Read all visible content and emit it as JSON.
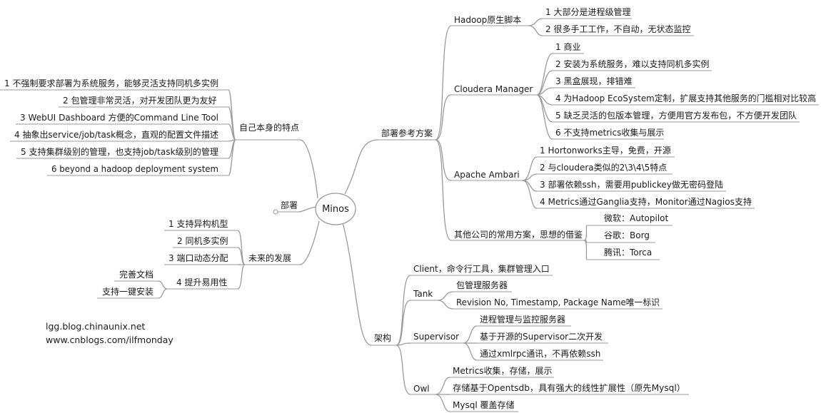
{
  "root": {
    "label": "Minos"
  },
  "deploy_refs": {
    "label": "部署参考方案",
    "groups": [
      {
        "label": "Hadoop原生脚本",
        "items": [
          "1 大部分是进程级管理",
          "2 很多手工工作，不自动，无状态监控"
        ]
      },
      {
        "label": "Cloudera Manager",
        "items": [
          "1 商业",
          "2 安装为系统服务，难以支持同机多实例",
          "3 黑盒展现，排错难",
          "4 为Hadoop EcoSystem定制，扩展支持其他服务的门槛相对比较高",
          "5 缺乏灵活的包版本管理，方便用官方发布包，不方便开发团队",
          "6 不支持metrics收集与展示"
        ]
      },
      {
        "label": "Apache Ambari",
        "items": [
          "1 Hortonworks主导，免费，开源",
          "2 与cloudera类似的2\\3\\4\\5特点",
          "3 部署依赖ssh，需要用publickey做无密码登陆",
          "4 Metrics通过Ganglia支持，Monitor通过Nagios支持"
        ]
      },
      {
        "label": "其他公司的常用方案，思想的借鉴",
        "items": [
          "微软：Autopilot",
          "谷歌：Borg",
          "腾讯：Torca"
        ]
      }
    ]
  },
  "arch": {
    "label": "架构",
    "groups": [
      {
        "label": "Client，命令行工具，集群管理入口",
        "items": []
      },
      {
        "label": "Tank",
        "items": [
          "包管理服务器",
          "Revision No, Timestamp, Package Name唯一标识"
        ]
      },
      {
        "label": "Supervisor",
        "items": [
          "进程管理与监控服务器",
          "基于开源的Supervisor二次开发",
          "通过xmlrpc通讯，不再依赖ssh"
        ]
      },
      {
        "label": "Owl",
        "items": [
          "Metrics收集，存储，展示",
          "存储基于Opentsdb，具有强大的线性扩展性（原先Mysql）",
          "Mysql 覆盖存储"
        ]
      }
    ]
  },
  "self_features": {
    "label": "自己本身的特点",
    "items": [
      "1 不强制要求部署为系统服务，能够灵活支持同机多实例",
      "2 包管理非常灵活，对开发团队更为友好",
      "3 WebUI Dashboard 方便的Command Line Tool",
      "4 抽象出service/job/task概念，直观的配置文件描述",
      "5 支持集群级别的管理，也支持job/task级别的管理",
      "6 beyond a hadoop deployment system"
    ]
  },
  "deploy": {
    "label": "部署"
  },
  "future": {
    "label": "未来的发展",
    "items": [
      "1 支持异构机型",
      "2 同机多实例",
      "3 端口动态分配",
      "4 提升易用性"
    ],
    "usability_items": [
      "完善文档",
      "支持一键安装"
    ]
  },
  "credits": [
    "lgg.blog.chinaunix.net",
    "www.cnblogs.com/ilfmonday"
  ],
  "colors": {
    "line": "#9a9a9a",
    "text": "#1a1a1a",
    "background": "#ffffff"
  }
}
